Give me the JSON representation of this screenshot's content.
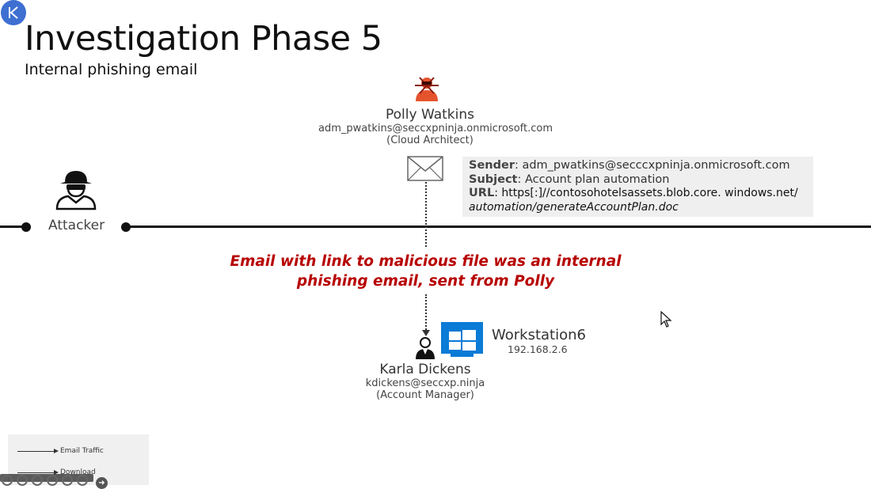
{
  "slide": {
    "title": "Investigation Phase 5",
    "subtitle": "Internal phishing email"
  },
  "attacker": {
    "label": "Attacker"
  },
  "polly": {
    "name": "Polly Watkins",
    "email": "adm_pwatkins@seccxpninja.onmicrosoft.com",
    "role": "(Cloud Architect)"
  },
  "email_details": {
    "sender_label": "Sender",
    "sender_value": ": adm_pwatkins@secccxpninja.onmicrosoft.com",
    "subject_label": "Subject",
    "subject_value": ": Account plan automation",
    "url_label": "URL",
    "url_value": ": https[:]//contosohotelsassets.blob.core. windows.net/",
    "url_cont": "automation/generateAccountPlan.doc"
  },
  "callout": {
    "line1": "Email with link to malicious file was an internal",
    "line2": "phishing email, sent from Polly"
  },
  "karla": {
    "name": "Karla Dickens",
    "email": "kdickens@seccxp.ninja",
    "role": "(Account Manager)"
  },
  "workstation": {
    "name": "Workstation6",
    "ip": "192.168.2.6"
  },
  "legend": {
    "items": [
      {
        "label": "Email Traffic"
      },
      {
        "label": "Download"
      }
    ]
  },
  "colors": {
    "callout": "#b70000",
    "back_button": "#3e6fd1",
    "windows_blue": "#0a7bd6",
    "polly_orange": "#e5532d"
  },
  "icons": {
    "back": "back-icon",
    "attacker": "hacker-icon",
    "polly": "compromised-user-icon",
    "mail": "envelope-icon",
    "karla": "user-icon",
    "workstation": "windows-logo-icon",
    "cursor": "mouse-cursor-icon"
  }
}
